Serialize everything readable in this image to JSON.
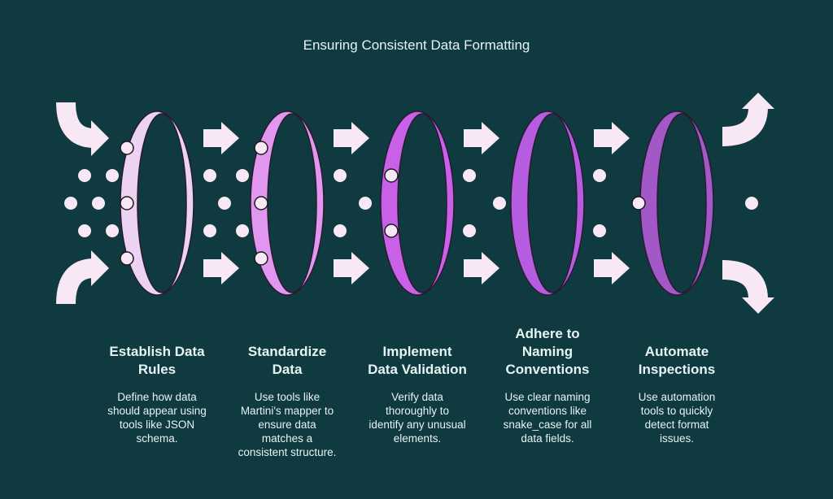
{
  "title": "Ensuring Consistent Data Formatting",
  "colors": {
    "background": "#0f3a3f",
    "dots": "#f8e8f6",
    "rings": [
      "#ecd3f3",
      "#e197f0",
      "#c960e8",
      "#b65ce0",
      "#a258c6"
    ]
  },
  "steps": [
    {
      "title": "Establish Data\nRules",
      "description": "Define how data\nshould appear using\ntools like JSON\nschema."
    },
    {
      "title": "Standardize\nData",
      "description": "Use tools like\nMartini's mapper to\nensure data\nmatches a\nconsistent structure."
    },
    {
      "title": "Implement\nData Validation",
      "description": "Verify data\nthoroughly to\nidentify any unusual\nelements."
    },
    {
      "title": "Adhere to\nNaming\nConventions",
      "description": "Use clear naming\nconventions like\nsnake_case for all\ndata fields."
    },
    {
      "title": "Automate\nInspections",
      "description": "Use automation\ntools to quickly\ndetect format\nissues."
    }
  ]
}
